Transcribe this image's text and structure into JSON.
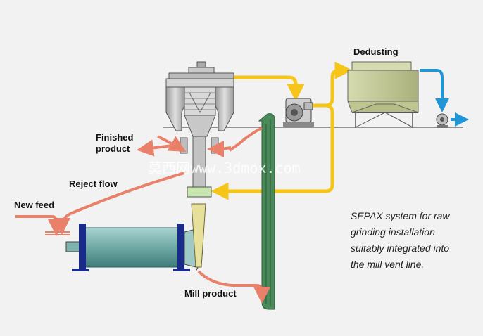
{
  "labels": {
    "dedusting": "Dedusting",
    "finished_product_1": "Finished",
    "finished_product_2": "product",
    "reject_flow": "Reject flow",
    "new_feed": "New feed",
    "mill_product": "Mill product"
  },
  "caption": [
    "SEPAX system for raw",
    "grinding installation",
    "suitably integrated into",
    "the mill vent line."
  ],
  "watermark": "莫西网www.3dmox.com",
  "colors": {
    "salmon_flow": "#e8806a",
    "yellow_flow": "#f5c518",
    "blue_flow": "#2196d6",
    "elevator_green": "#4a8a5a",
    "mill_body": "#6fa9a6",
    "filter_body": "#c9cfa0",
    "separator_grey": "#c6c6c6",
    "mill_flange": "#1a2a8a"
  }
}
